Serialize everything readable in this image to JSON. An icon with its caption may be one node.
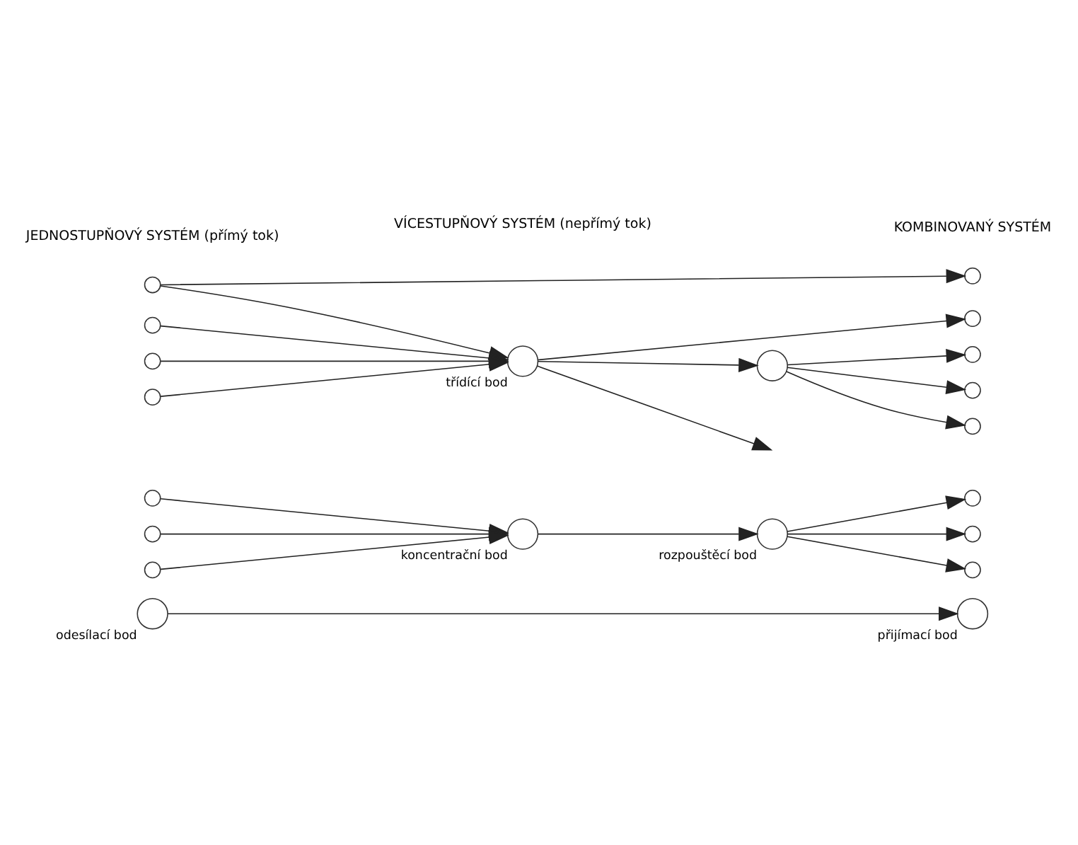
{
  "diagram": {
    "nodes": [
      {
        "text": [],
        "shape": "circle",
        "beside": [
          "odesílací bod"
        ]
      },
      {
        "text": [],
        "shape": "circle",
        "beside": [
          "přijímací bod"
        ]
      },
      {
        "text": [],
        "shape": "circle"
      },
      {
        "text": [],
        "shape": "circle"
      },
      {
        "text": [],
        "shape": "circle"
      },
      {
        "text": [],
        "shape": "circle",
        "beside": [
          "koncentrační bod"
        ]
      },
      {
        "text": [],
        "shape": "circle",
        "beside": [
          "rozpouštěcí bod"
        ]
      },
      {
        "text": [],
        "shape": "circle"
      },
      {
        "text": [],
        "shape": "circle"
      },
      {
        "text": [],
        "shape": "circle"
      },
      {
        "text": [],
        "shape": "circle"
      },
      {
        "text": [],
        "shape": "circle"
      },
      {
        "text": [],
        "shape": "circle"
      },
      {
        "text": [],
        "shape": "circle"
      },
      {
        "text": [],
        "shape": "circle",
        "beside": [
          "třídící bod"
        ]
      },
      {
        "text": [],
        "shape": "circle"
      },
      {
        "text": [],
        "shape": "circle"
      },
      {
        "text": [],
        "shape": "circle"
      },
      {
        "text": [],
        "shape": "circle"
      },
      {
        "text": [],
        "shape": "circle"
      },
      {
        "text": [],
        "shape": "circle"
      }
    ],
    "edges": [
      {
        "from": 0,
        "to": 1,
        "arrow": "to"
      },
      {
        "from": 2,
        "to": 5,
        "arrow": "to"
      },
      {
        "from": 3,
        "to": 5,
        "arrow": "to"
      },
      {
        "from": 4,
        "to": 5,
        "arrow": "to"
      },
      {
        "from": 5,
        "to": 6,
        "arrow": "to"
      },
      {
        "from": 6,
        "to": 7,
        "arrow": "to"
      },
      {
        "from": 6,
        "to": 8,
        "arrow": "to"
      },
      {
        "from": 6,
        "to": 9,
        "arrow": "to"
      },
      {
        "from": 10,
        "to": 16,
        "arrow": "to"
      },
      {
        "from": 10,
        "to": 14,
        "arrow": "to"
      },
      {
        "from": 11,
        "to": 14,
        "arrow": "to"
      },
      {
        "from": 12,
        "to": 14,
        "arrow": "to"
      },
      {
        "from": 13,
        "to": 14,
        "arrow": "to"
      },
      {
        "from": 14,
        "to": null,
        "arrow": "to"
      },
      {
        "from": 14,
        "to": 15,
        "arrow": "to"
      },
      {
        "from": 14,
        "to": 20,
        "arrow": "to"
      },
      {
        "from": 15,
        "to": 17,
        "arrow": "to"
      },
      {
        "from": 15,
        "to": 18,
        "arrow": "to"
      },
      {
        "from": 15,
        "to": 19,
        "arrow": "to"
      }
    ],
    "labels": [
      "JEDNOSTUPŇOVÝ SYSTÉM (přímý tok)",
      "VÍCESTUPŇOVÝ SYSTÉM (nepřímý tok)",
      "KOMBINOVANÝ SYSTÉM"
    ]
  }
}
